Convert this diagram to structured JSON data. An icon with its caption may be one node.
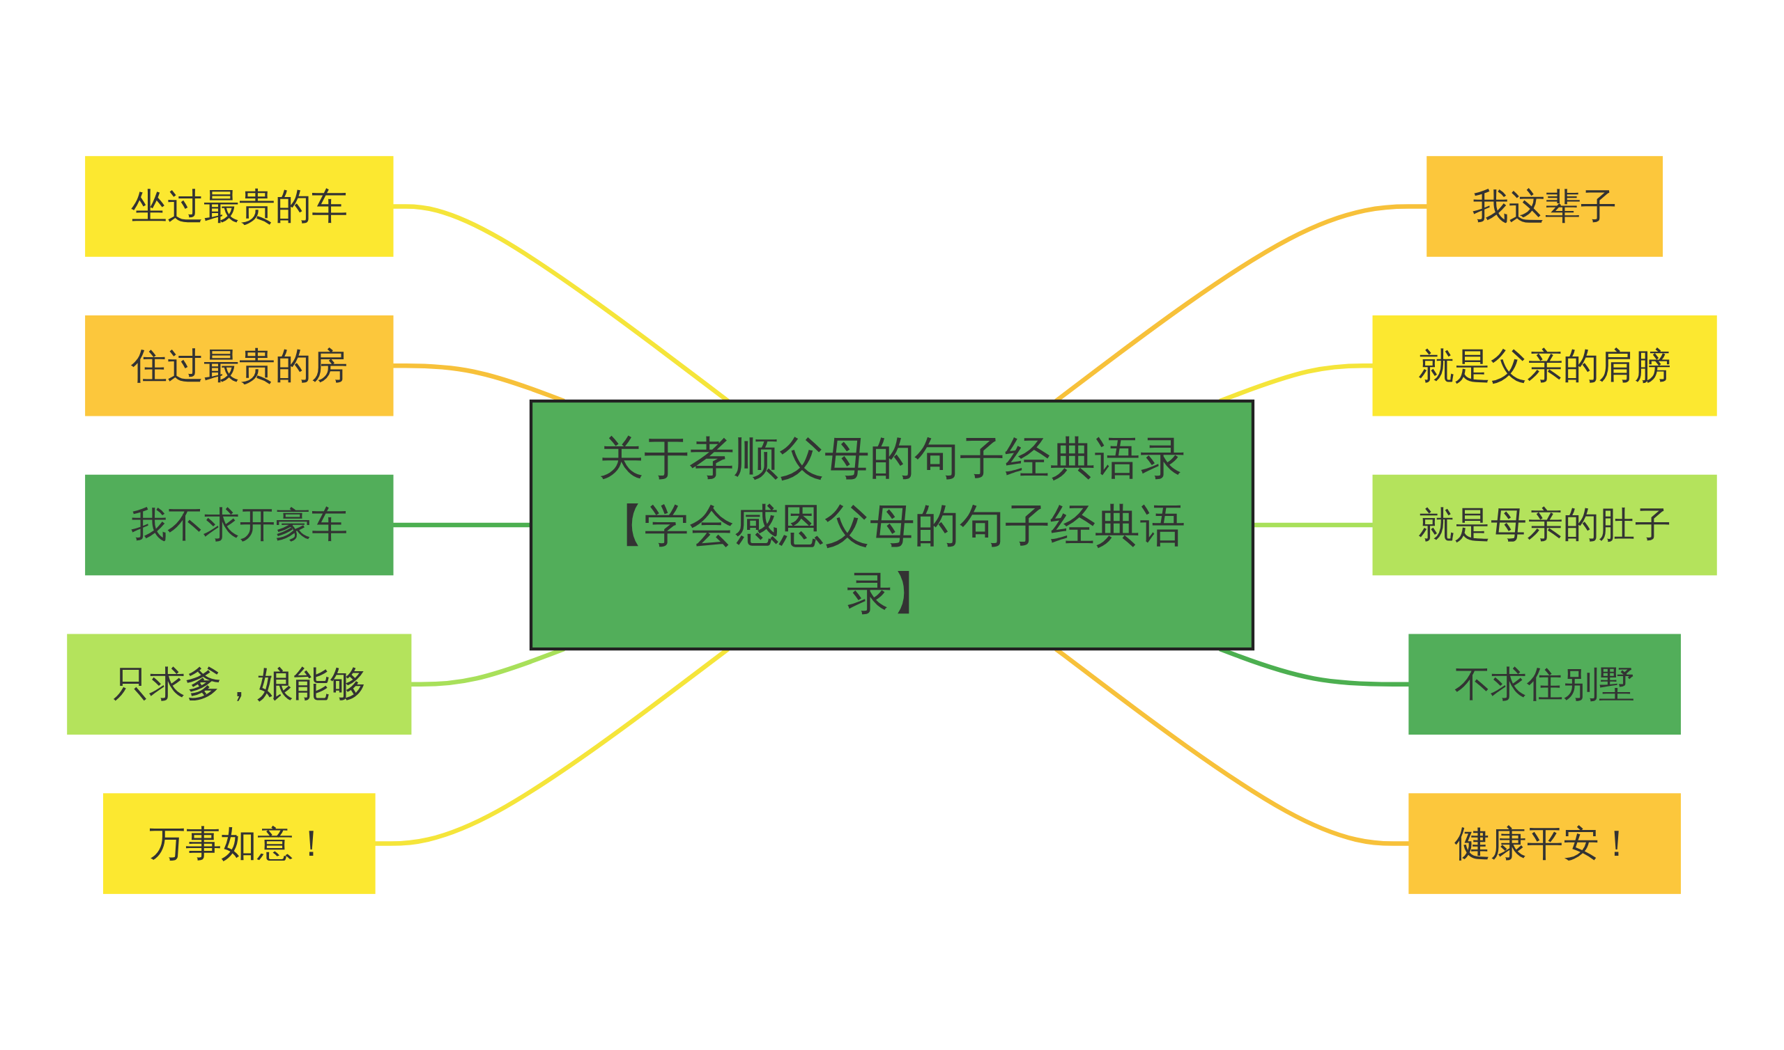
{
  "diagram": {
    "nodes": [
      {
        "text": [
          "关于孝顺父母的句子经典语录【学会感恩父母的句子经典语录】"
        ]
      },
      {
        "text": [
          "坐过最贵的车"
        ]
      },
      {
        "text": [
          "住过最贵的房"
        ]
      },
      {
        "text": [
          "我不求开豪车"
        ]
      },
      {
        "text": [
          "只求爹，娘能够"
        ]
      },
      {
        "text": [
          "万事如意！"
        ]
      },
      {
        "text": [
          "我这辈子"
        ]
      },
      {
        "text": [
          "就是父亲的肩膀"
        ]
      },
      {
        "text": [
          "就是母亲的肚子"
        ]
      },
      {
        "text": [
          "不求住别墅"
        ]
      },
      {
        "text": [
          "健康平安！"
        ]
      }
    ],
    "edges": [
      {
        "from": 1,
        "to": 0,
        "arrow": "none",
        "color": "#f5e53a"
      },
      {
        "from": 2,
        "to": 0,
        "arrow": "none",
        "color": "#f7c13a"
      },
      {
        "from": 3,
        "to": 0,
        "arrow": "none",
        "color": "#4caf50"
      },
      {
        "from": 4,
        "to": 0,
        "arrow": "none",
        "color": "#a8e05a"
      },
      {
        "from": 5,
        "to": 0,
        "arrow": "none",
        "color": "#f5e53a"
      },
      {
        "from": 0,
        "to": 6,
        "arrow": "none",
        "color": "#f7c13a"
      },
      {
        "from": 0,
        "to": 7,
        "arrow": "none",
        "color": "#f5e53a"
      },
      {
        "from": 0,
        "to": 8,
        "arrow": "none",
        "color": "#a8e05a"
      },
      {
        "from": 0,
        "to": 9,
        "arrow": "none",
        "color": "#4caf50"
      },
      {
        "from": 0,
        "to": 10,
        "arrow": "none",
        "color": "#f7c13a"
      }
    ]
  }
}
